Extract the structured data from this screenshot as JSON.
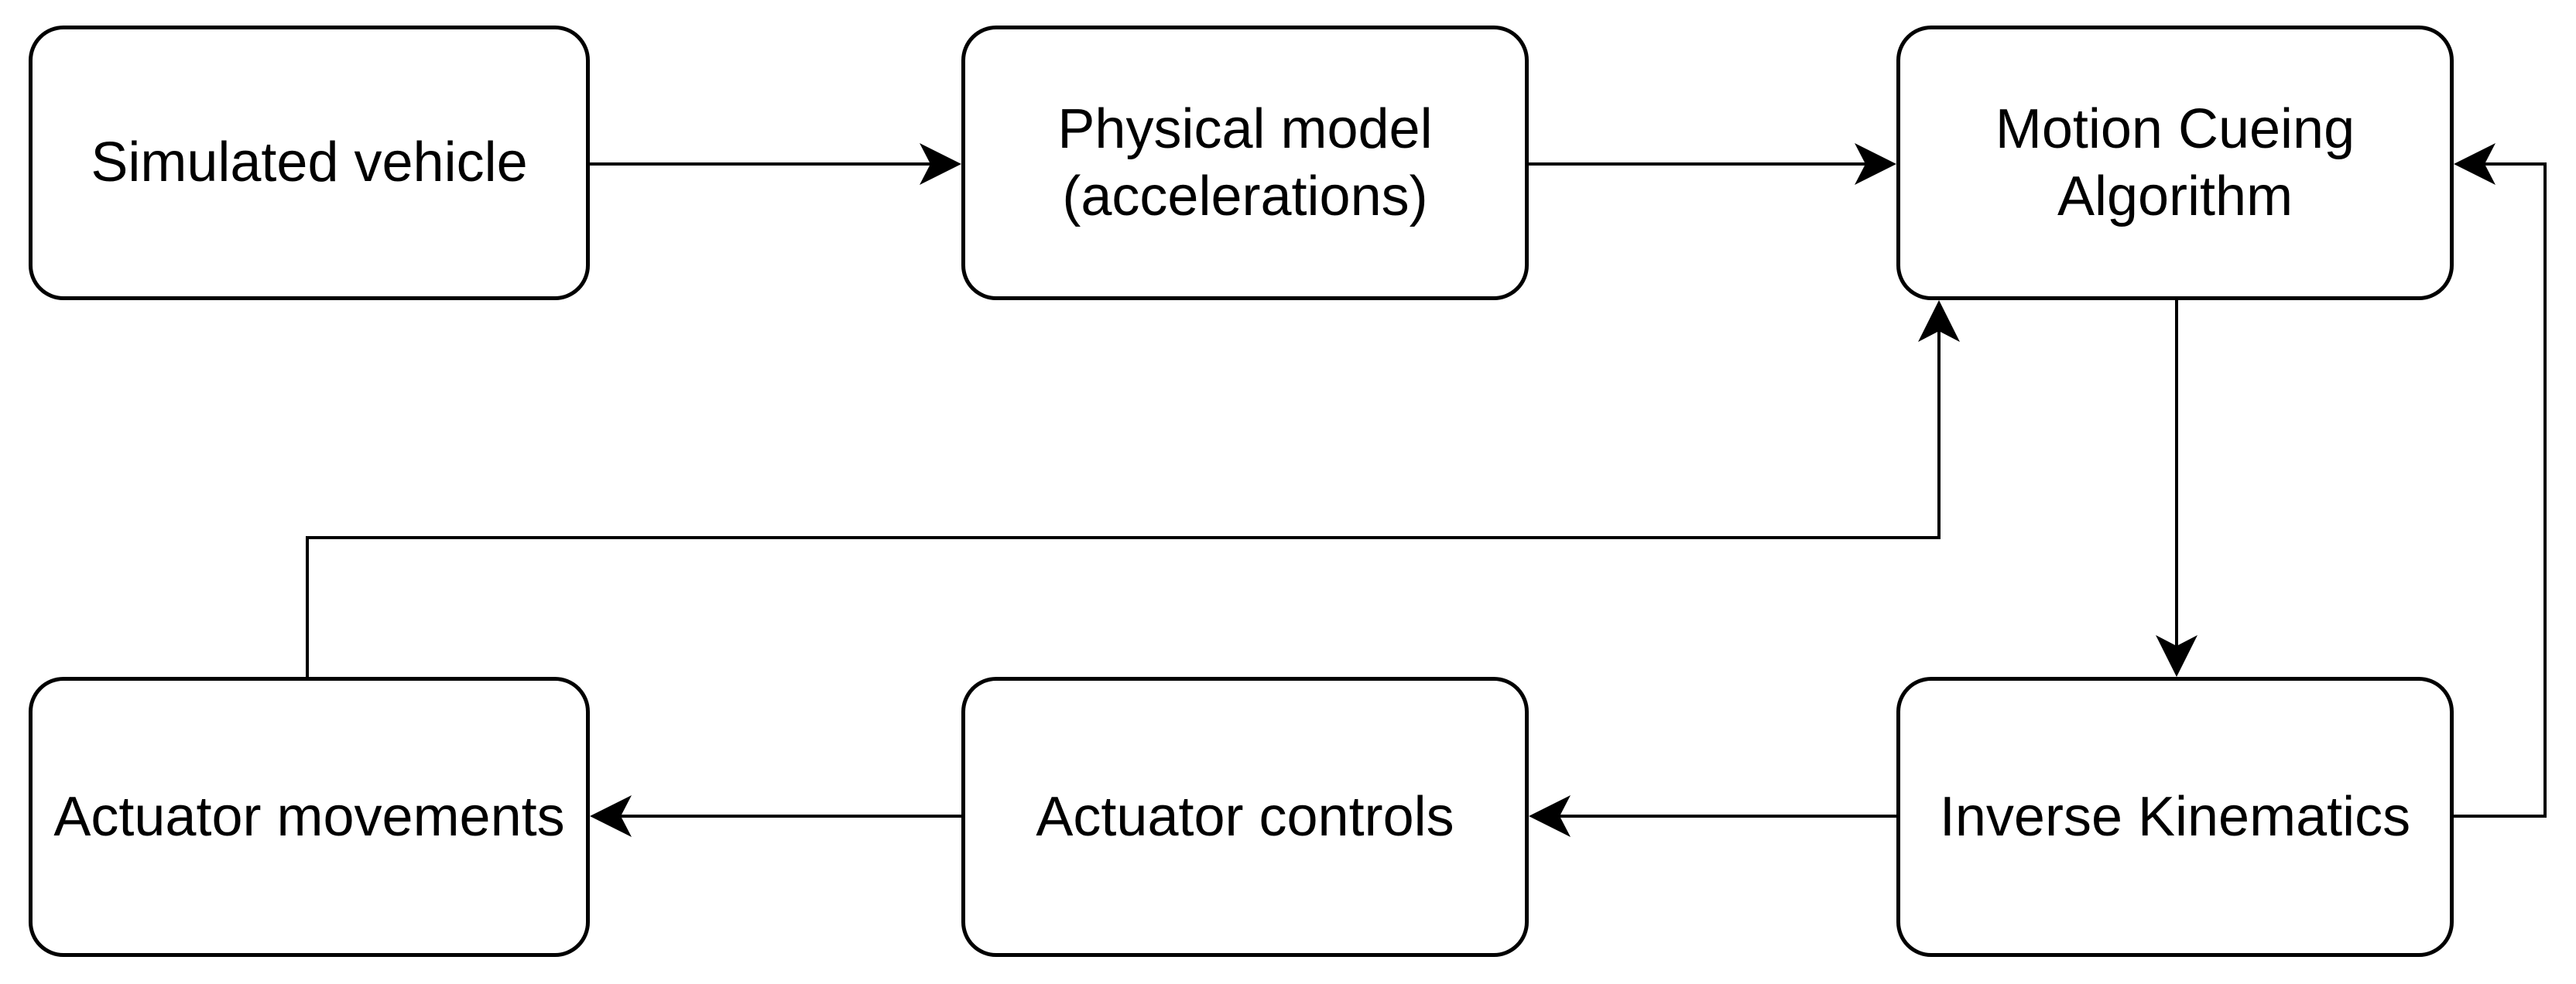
{
  "diagram": {
    "type": "flowchart",
    "background": "#ffffff",
    "colors": {
      "stroke": "#000000",
      "node_fill": "#ffffff",
      "node_border": "#000000",
      "text": "#000000"
    },
    "nodes": [
      {
        "id": "simulated-vehicle",
        "label": "Simulated vehicle"
      },
      {
        "id": "physical-model",
        "label": "Physical model\n(accelerations)"
      },
      {
        "id": "motion-cueing",
        "label": "Motion Cueing\nAlgorithm"
      },
      {
        "id": "actuator-movements",
        "label": "Actuator movements"
      },
      {
        "id": "actuator-controls",
        "label": "Actuator controls"
      },
      {
        "id": "inverse-kinematics",
        "label": "Inverse Kinematics"
      }
    ],
    "edges": [
      {
        "from": "simulated-vehicle",
        "to": "physical-model",
        "style": "arrow"
      },
      {
        "from": "physical-model",
        "to": "motion-cueing",
        "style": "arrow"
      },
      {
        "from": "motion-cueing",
        "to": "inverse-kinematics",
        "style": "arrow"
      },
      {
        "from": "inverse-kinematics",
        "to": "actuator-controls",
        "style": "arrow"
      },
      {
        "from": "actuator-controls",
        "to": "actuator-movements",
        "style": "arrow"
      },
      {
        "from": "actuator-movements",
        "to": "motion-cueing",
        "style": "arrow-feedback"
      },
      {
        "from": "inverse-kinematics",
        "to": "motion-cueing",
        "style": "arrow-feedback"
      }
    ]
  }
}
